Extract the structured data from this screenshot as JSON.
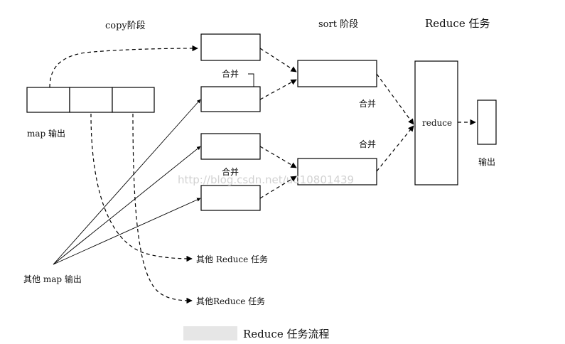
{
  "labels": {
    "copy_stage": "copy阶段",
    "sort_stage": "sort 阶段",
    "reduce_task": "Reduce 任务",
    "map_output": "map 输出",
    "other_map_output": "其他 map 输出",
    "merge_top": "合并",
    "merge_bottom": "合并",
    "merge_sort_top": "合并",
    "merge_sort_bottom": "合并",
    "reduce": "reduce",
    "output": "输出",
    "other_reduce_1": "其他 Reduce 任务",
    "other_reduce_2": "其他Reduce 任务",
    "caption": "Reduce 任务流程"
  },
  "watermark": "http://blog.csdn.net/u010801439"
}
